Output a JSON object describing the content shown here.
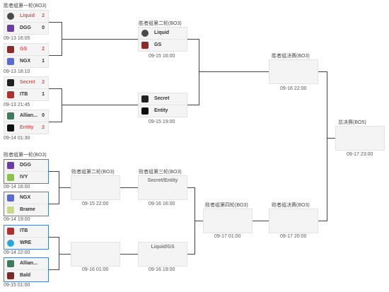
{
  "rounds": {
    "upper_r1": "胜者组第一轮(BO3)",
    "upper_r2": "胜者组第二轮(BO3)",
    "upper_final": "胜者组决赛(BO3)",
    "grand_final": "总决赛(BO5)",
    "lower_r1": "败者组第一轮(BO3)",
    "lower_r2": "败者组第二轮(BO3)",
    "lower_r3": "败者组第三轮(BO3)",
    "lower_r4": "败者组第四轮(BO3)",
    "lower_final": "败者组决赛(BO3)"
  },
  "upper_r1": [
    {
      "t1": "Liquid",
      "s1": "2",
      "t2": "DGG",
      "s2": "0",
      "time": "09-13 16:05"
    },
    {
      "t1": "GS",
      "s1": "2",
      "t2": "NGX",
      "s2": "1",
      "time": "09-13 18:10"
    },
    {
      "t1": "Secret",
      "s1": "2",
      "t2": "ITB",
      "s2": "1",
      "time": "09-13 21:45"
    },
    {
      "t1": "Allian...",
      "s1": "0",
      "t2": "Entity",
      "s2": "2",
      "time": "09-14 01:30"
    }
  ],
  "upper_r2": [
    {
      "t1": "Liquid",
      "t2": "GS",
      "time": "09-15 16:00"
    },
    {
      "t1": "Secret",
      "t2": "Entity",
      "time": "09-15 19:00"
    }
  ],
  "upper_final": {
    "time": "09-16 22:00"
  },
  "grand_final": {
    "time": "09-17 23:00"
  },
  "lower_r1": [
    {
      "t1": "DGG",
      "t2": "IVY",
      "time": "09-14 16:00"
    },
    {
      "t1": "NGX",
      "t2": "Brame",
      "time": "09-14 19:00"
    },
    {
      "t1": "ITB",
      "t2": "WRE",
      "time": "09-14 22:00"
    },
    {
      "t1": "Allian...",
      "t2": "Bald",
      "time": "09-15 01:00"
    }
  ],
  "lower_r2": [
    {
      "time": "09-15 22:00"
    },
    {
      "time": "09-16 01:00"
    }
  ],
  "lower_r3": [
    {
      "label": "Secret/Entity",
      "time": "09-16 16:00"
    },
    {
      "label": "Liquid/GS",
      "time": "09-16 19:00"
    }
  ],
  "lower_r4": {
    "time": "09-17 01:00"
  },
  "lower_final": {
    "time": "09-17 20:00"
  },
  "colors": {
    "winner": "#e25555",
    "highlight_border": "#4a7fd0"
  }
}
